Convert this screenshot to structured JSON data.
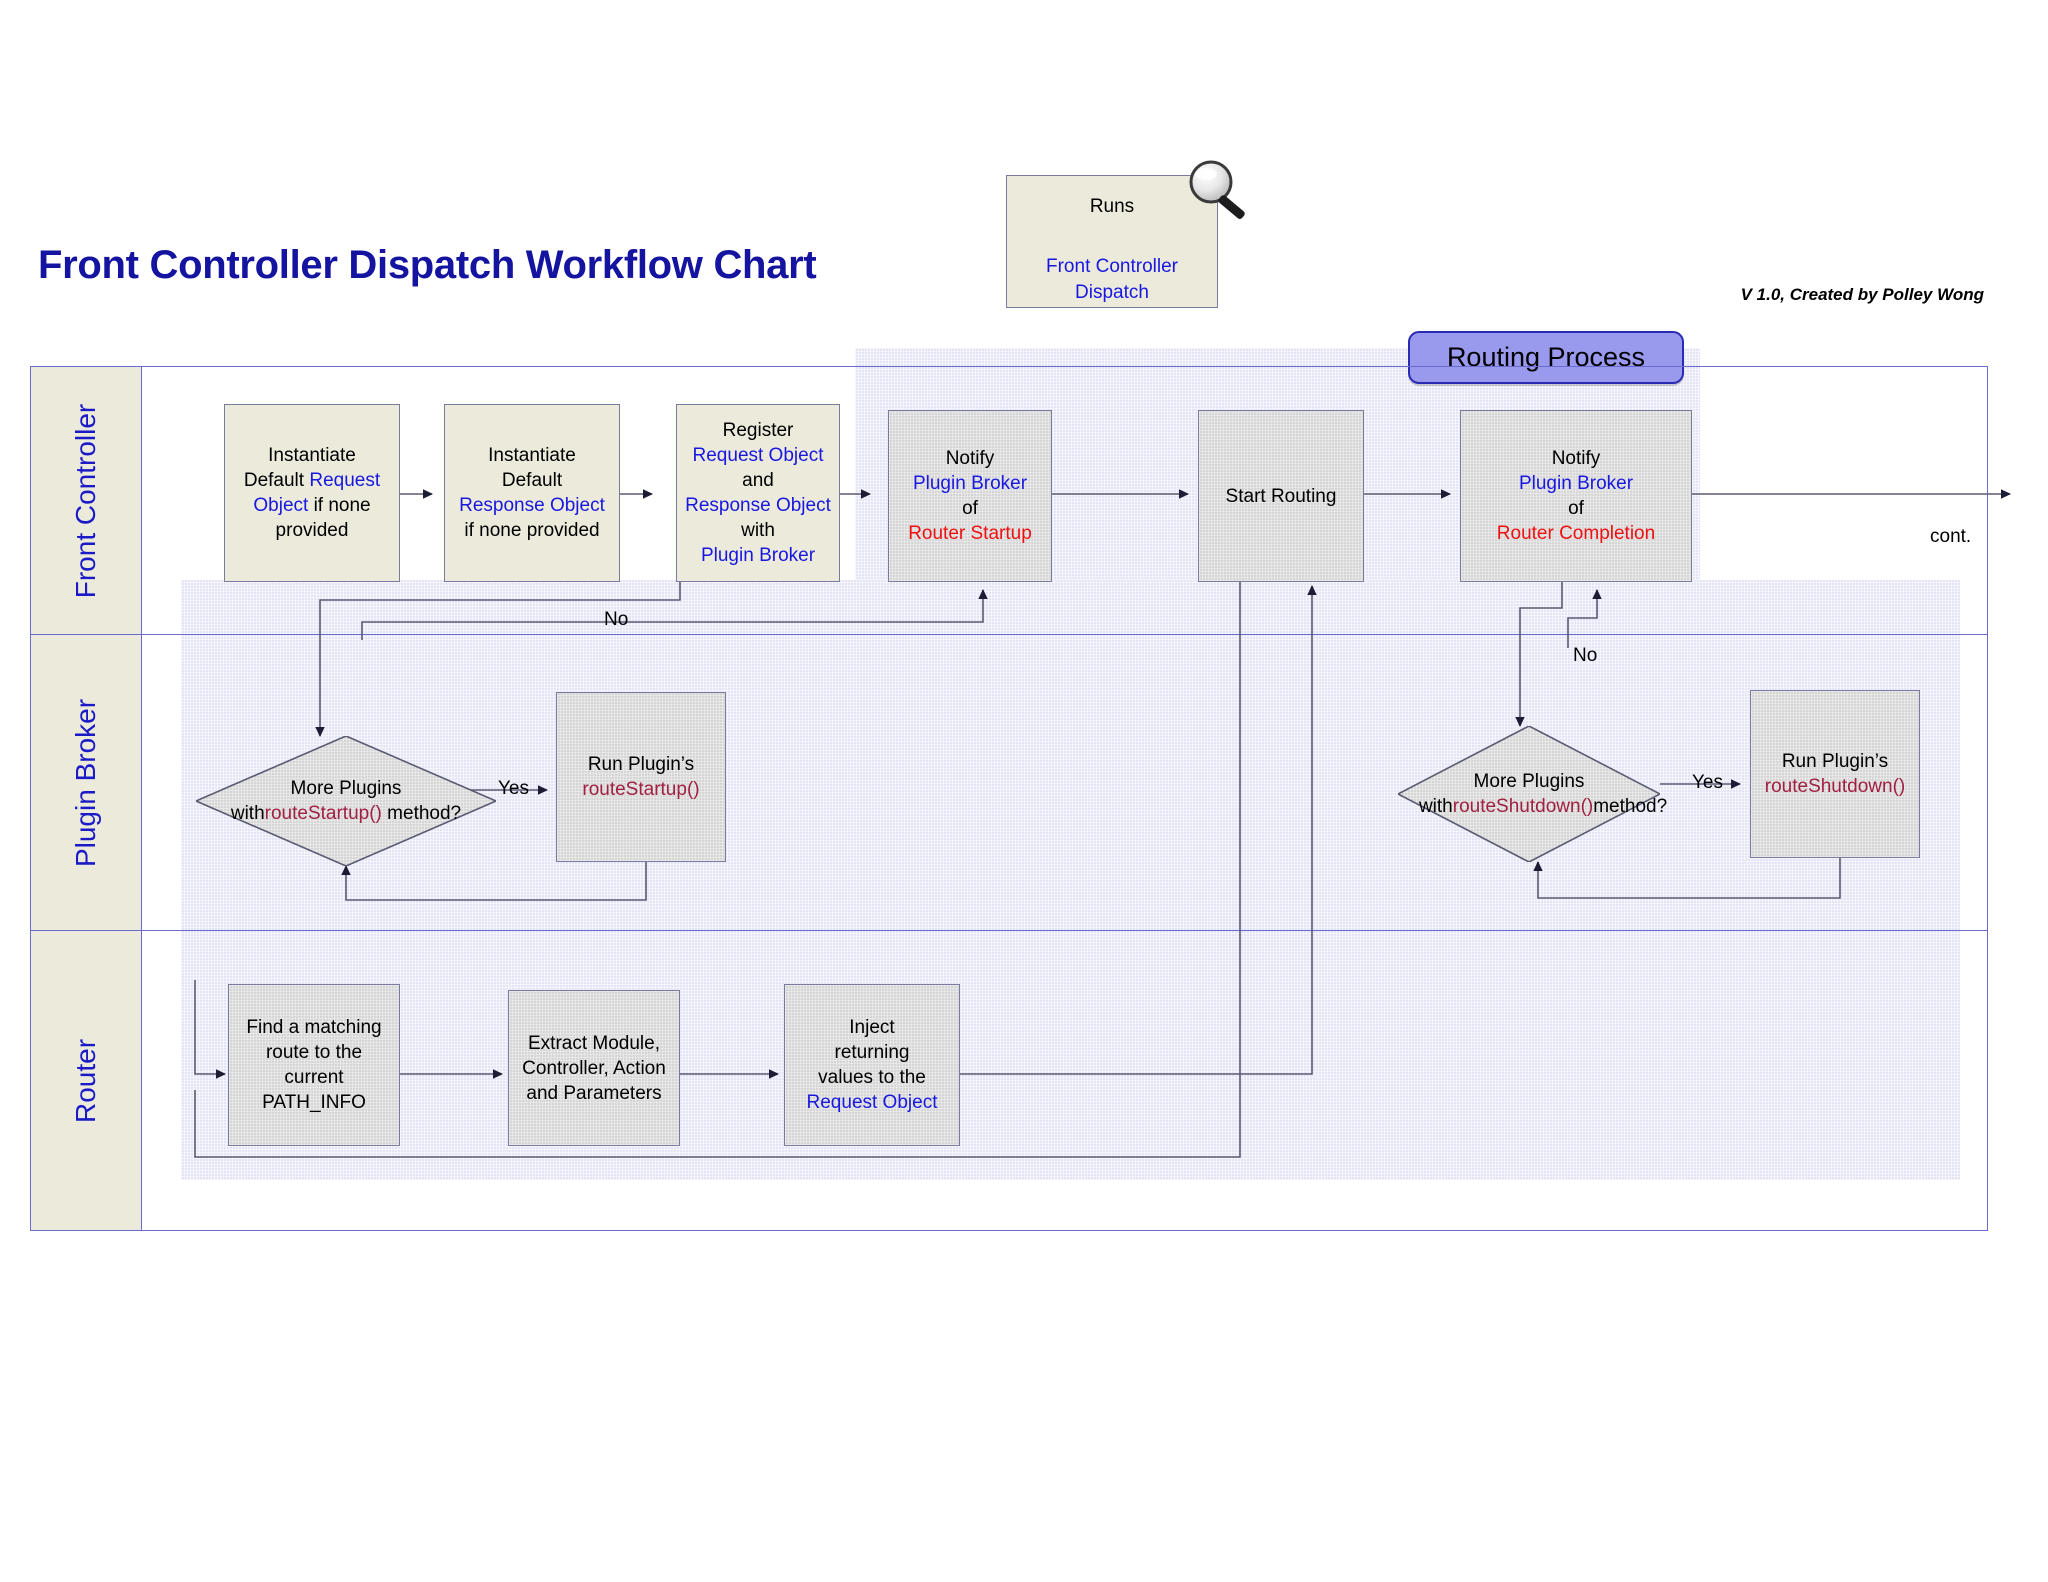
{
  "title": "Front Controller Dispatch Workflow Chart",
  "version_note": "V 1.0, Created by Polley Wong",
  "runs_note": {
    "line1": "Runs",
    "line2a": "Front Controller",
    "line2b": "Dispatch",
    "icon": "magnifier-icon"
  },
  "routing_process_label": "Routing Process",
  "continuation_label": "cont.",
  "lanes": [
    {
      "id": "front-controller",
      "label": "Front Controller"
    },
    {
      "id": "plugin-broker",
      "label": "Plugin Broker"
    },
    {
      "id": "router",
      "label": "Router"
    }
  ],
  "nodes": {
    "instantiate_request": {
      "lane": "front-controller",
      "shape": "process",
      "fill": "cream",
      "lines": [
        [
          {
            "t": "Instantiate",
            "c": "black"
          }
        ],
        [
          {
            "t": "Default ",
            "c": "black"
          },
          {
            "t": "Request",
            "c": "blue"
          }
        ],
        [
          {
            "t": "Object",
            "c": "blue"
          },
          {
            "t": " if none",
            "c": "black"
          }
        ],
        [
          {
            "t": "provided",
            "c": "black"
          }
        ]
      ]
    },
    "instantiate_response": {
      "lane": "front-controller",
      "shape": "process",
      "fill": "cream",
      "lines": [
        [
          {
            "t": "Instantiate",
            "c": "black"
          }
        ],
        [
          {
            "t": "Default",
            "c": "black"
          }
        ],
        [
          {
            "t": "Response Object",
            "c": "blue"
          }
        ],
        [
          {
            "t": "if none provided",
            "c": "black"
          }
        ]
      ]
    },
    "register_objects": {
      "lane": "front-controller",
      "shape": "process",
      "fill": "cream",
      "lines": [
        [
          {
            "t": "Register",
            "c": "black"
          }
        ],
        [
          {
            "t": "Request Object",
            "c": "blue"
          }
        ],
        [
          {
            "t": "and",
            "c": "black"
          }
        ],
        [
          {
            "t": "Response Object",
            "c": "blue"
          }
        ],
        [
          {
            "t": "with",
            "c": "black"
          }
        ],
        [
          {
            "t": "Plugin Broker",
            "c": "blue"
          }
        ]
      ]
    },
    "notify_router_startup": {
      "lane": "front-controller",
      "shape": "process",
      "fill": "grey",
      "lines": [
        [
          {
            "t": "Notify",
            "c": "black"
          }
        ],
        [
          {
            "t": "Plugin Broker",
            "c": "blue"
          }
        ],
        [
          {
            "t": "of",
            "c": "black"
          }
        ],
        [
          {
            "t": "Router Startup",
            "c": "red"
          }
        ]
      ]
    },
    "start_routing": {
      "lane": "front-controller",
      "shape": "process",
      "fill": "grey",
      "lines": [
        [
          {
            "t": "Start Routing",
            "c": "black"
          }
        ]
      ]
    },
    "notify_router_completion": {
      "lane": "front-controller",
      "shape": "process",
      "fill": "grey",
      "lines": [
        [
          {
            "t": "Notify",
            "c": "black"
          }
        ],
        [
          {
            "t": "Plugin Broker",
            "c": "blue"
          }
        ],
        [
          {
            "t": "of",
            "c": "black"
          }
        ],
        [
          {
            "t": "Router Completion",
            "c": "red"
          }
        ]
      ]
    },
    "more_plugins_startup": {
      "lane": "plugin-broker",
      "shape": "decision",
      "fill": "grey",
      "lines": [
        [
          {
            "t": "More Plugins with",
            "c": "black"
          }
        ],
        [
          {
            "t": "routeStartup()",
            "c": "maroon"
          },
          {
            "t": " method?",
            "c": "black"
          }
        ]
      ]
    },
    "run_route_startup": {
      "lane": "plugin-broker",
      "shape": "process",
      "fill": "grey",
      "lines": [
        [
          {
            "t": "Run Plugin’s",
            "c": "black"
          }
        ],
        [
          {
            "t": "routeStartup()",
            "c": "maroon"
          }
        ]
      ]
    },
    "more_plugins_shutdown": {
      "lane": "plugin-broker",
      "shape": "decision",
      "fill": "grey",
      "lines": [
        [
          {
            "t": "More Plugins with",
            "c": "black"
          }
        ],
        [
          {
            "t": "routeShutdown()",
            "c": "maroon"
          }
        ],
        [
          {
            "t": "method?",
            "c": "black"
          }
        ]
      ]
    },
    "run_route_shutdown": {
      "lane": "plugin-broker",
      "shape": "process",
      "fill": "grey",
      "lines": [
        [
          {
            "t": "Run Plugin’s",
            "c": "black"
          }
        ],
        [
          {
            "t": "routeShutdown()",
            "c": "maroon"
          }
        ]
      ]
    },
    "find_route": {
      "lane": "router",
      "shape": "process",
      "fill": "grey",
      "lines": [
        [
          {
            "t": "Find a matching",
            "c": "black"
          }
        ],
        [
          {
            "t": "route to the",
            "c": "black"
          }
        ],
        [
          {
            "t": "current",
            "c": "black"
          }
        ],
        [
          {
            "t": "PATH_INFO",
            "c": "black"
          }
        ]
      ]
    },
    "extract_parts": {
      "lane": "router",
      "shape": "process",
      "fill": "grey",
      "lines": [
        [
          {
            "t": "Extract Module,",
            "c": "black"
          }
        ],
        [
          {
            "t": "Controller, Action",
            "c": "black"
          }
        ],
        [
          {
            "t": "and Parameters",
            "c": "black"
          }
        ]
      ]
    },
    "inject_values": {
      "lane": "router",
      "shape": "process",
      "fill": "grey",
      "lines": [
        [
          {
            "t": "Inject",
            "c": "black"
          }
        ],
        [
          {
            "t": "returning",
            "c": "black"
          }
        ],
        [
          {
            "t": "values to the",
            "c": "black"
          }
        ],
        [
          {
            "t": "Request Object",
            "c": "blue"
          }
        ]
      ]
    }
  },
  "edge_labels": {
    "no_startup": "No",
    "yes_startup": "Yes",
    "no_shutdown": "No",
    "yes_shutdown": "Yes"
  },
  "colors": {
    "title": "#1414A0",
    "link_blue": "#1818E0",
    "event_red": "#F01010",
    "method_maroon": "#A02040",
    "cream_fill": "#ECEADB",
    "grey_fill": "#D6D6D6",
    "lane_border": "#6A6ACF",
    "routing_pill_fill": "#9999EE",
    "routing_pill_border": "#2A2AB4",
    "shade_fill": "#E4E4F6"
  }
}
